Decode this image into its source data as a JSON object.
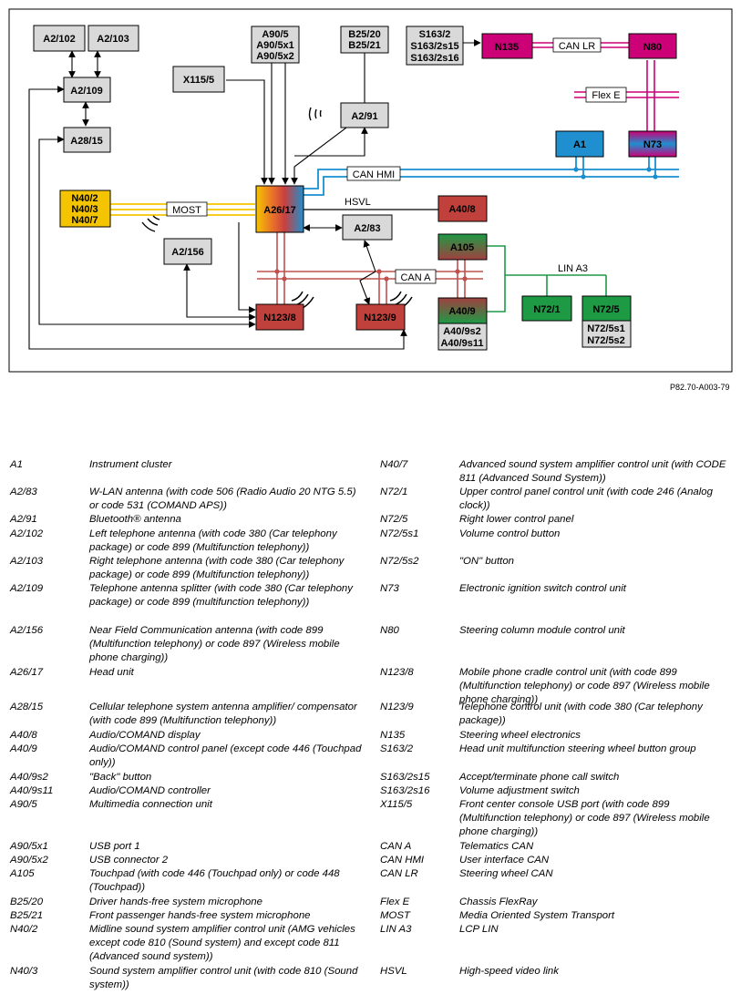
{
  "figure_id": "P82.70-A003-79",
  "boxes": {
    "A2/102": "A2/102",
    "A2/103": "A2/103",
    "A2/109": "A2/109",
    "A28/15": "A28/15",
    "A90/5": [
      "A90/5",
      "A90/5x1",
      "A90/5x2"
    ],
    "B25": [
      "B25/20",
      "B25/21"
    ],
    "S163": [
      "S163/2",
      "S163/2s15",
      "S163/2s16"
    ],
    "N135": "N135",
    "N80": "N80",
    "X115/5": "X115/5",
    "A2/91": "A2/91",
    "A1": "A1",
    "N73": "N73",
    "N40": [
      "N40/2",
      "N40/3",
      "N40/7"
    ],
    "A26/17": "A26/17",
    "A40/8": "A40/8",
    "A2/83": "A2/83",
    "A2/156": "A2/156",
    "A105": "A105",
    "A40/9": "A40/9",
    "A40/9sub": [
      "A40/9s2",
      "A40/9s11"
    ],
    "N72/1": "N72/1",
    "N72/5": "N72/5",
    "N72/5sub": [
      "N72/5s1",
      "N72/5s2"
    ],
    "N123/8": "N123/8",
    "N123/9": "N123/9"
  },
  "bus_labels": {
    "can_lr": "CAN LR",
    "flex_e": "Flex E",
    "can_hmi": "CAN HMI",
    "most": "MOST",
    "hsvl": "HSVL",
    "can_a": "CAN A",
    "lin_a3": "LIN A3"
  },
  "colors": {
    "gray_box": "#d9d9d9",
    "magenta": "#cc0077",
    "cyan_bus": "#1a8fcf",
    "a1_blue": "#1f8fcf",
    "most_yellow": "#f5c400",
    "can_a_red": "#c0504d",
    "red_box": "#c0403c",
    "green": "#1e9a45"
  },
  "legend_left": [
    {
      "code": "A1",
      "desc": "Instrument cluster"
    },
    {
      "code": "A2/83",
      "desc": "W-LAN antenna (with code 506 (Radio Audio 20 NTG 5.5) or code 531 (COMAND APS))"
    },
    {
      "code": "A2/91",
      "desc": "Bluetooth® antenna"
    },
    {
      "code": "A2/102",
      "desc": "Left telephone antenna (with code 380 (Car telephony package) or code 899 (Multifunction telephony))"
    },
    {
      "code": "A2/103",
      "desc": "Right telephone antenna (with code 380 (Car telephony package) or code 899 (Multifunction telephony))"
    },
    {
      "code": "A2/109",
      "desc": "Telephone antenna splitter (with code 380 (Car telephony package) or code 899 (multifunction telephony))"
    },
    {
      "code": "A2/156",
      "desc": "Near Field Communication antenna (with code 899 (Multifunction telephony) or code 897 (Wireless mobile phone charging))"
    },
    {
      "code": "A26/17",
      "desc": "Head unit"
    },
    {
      "code": "A28/15",
      "desc": "Cellular telephone system antenna amplifier/ compensator (with code 899 (Multifunction telephony))"
    },
    {
      "code": "A40/8",
      "desc": "Audio/COMAND display"
    },
    {
      "code": "A40/9",
      "desc": "Audio/COMAND control panel (except code 446 (Touchpad only))"
    },
    {
      "code": "A40/9s2",
      "desc": "\"Back\" button"
    },
    {
      "code": "A40/9s11",
      "desc": "Audio/COMAND controller"
    },
    {
      "code": "A90/5",
      "desc": "Multimedia connection unit"
    },
    {
      "code": "A90/5x1",
      "desc": "USB port 1"
    },
    {
      "code": "A90/5x2",
      "desc": "USB connector 2"
    },
    {
      "code": "A105",
      "desc": "Touchpad (with code 446 (Touchpad only) or code 448 (Touchpad))"
    },
    {
      "code": "B25/20",
      "desc": "Driver hands-free system microphone"
    },
    {
      "code": "B25/21",
      "desc": "Front passenger hands-free system microphone"
    },
    {
      "code": "N40/2",
      "desc": "Midline sound system amplifier control unit (AMG vehicles except code 810 (Sound system) and except code 811 (Advanced sound system))"
    },
    {
      "code": "N40/3",
      "desc": "Sound system amplifier control unit (with code 810 (Sound system))"
    }
  ],
  "legend_right": [
    {
      "code": "N40/7",
      "desc": "Advanced sound system amplifier control unit (with CODE 811 (Advanced Sound System))"
    },
    {
      "code": "N72/1",
      "desc": "Upper control panel control unit (with code 246 (Analog clock))"
    },
    {
      "code": "N72/5",
      "desc": "Right lower control panel"
    },
    {
      "code": "N72/5s1",
      "desc": "Volume control button"
    },
    {
      "code": "N72/5s2",
      "desc": "\"ON\" button"
    },
    {
      "code": "N73",
      "desc": "Electronic ignition switch control unit"
    },
    {
      "code": "N80",
      "desc": "Steering column module control unit"
    },
    {
      "code": "N123/8",
      "desc": "Mobile phone cradle control unit (with code 899 (Multifunction telephony) or code 897 (Wireless mobile phone charging))"
    },
    {
      "code": "N123/9",
      "desc": "Telephone control unit (with code 380 (Car telephony package))"
    },
    {
      "code": "N135",
      "desc": "Steering wheel electronics"
    },
    {
      "code": "S163/2",
      "desc": "Head unit multifunction steering wheel button group"
    },
    {
      "code": "S163/2s15",
      "desc": "Accept/terminate phone call switch"
    },
    {
      "code": "S163/2s16",
      "desc": "Volume adjustment switch"
    },
    {
      "code": "X115/5",
      "desc": "Front center console USB port (with code 899 (Multifunction telephony) or code 897 (Wireless mobile phone charging))"
    },
    {
      "code": "CAN A",
      "desc": "Telematics CAN"
    },
    {
      "code": "CAN HMI",
      "desc": "User interface CAN"
    },
    {
      "code": "CAN LR",
      "desc": "Steering wheel CAN"
    },
    {
      "code": "Flex E",
      "desc": "Chassis FlexRay"
    },
    {
      "code": "MOST",
      "desc": "Media Oriented System Transport"
    },
    {
      "code": "LIN A3",
      "desc": "LCP LIN"
    },
    {
      "code": "HSVL",
      "desc": "High-speed video link"
    }
  ]
}
